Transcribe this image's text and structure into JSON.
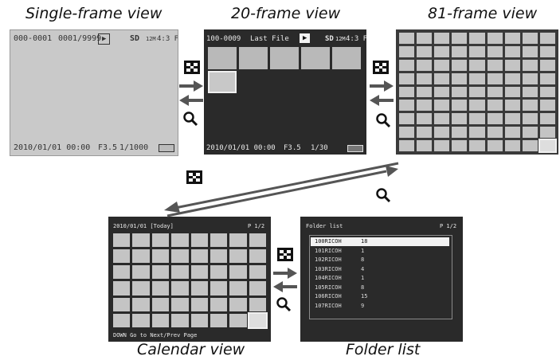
{
  "captions": {
    "single": "Single-frame view",
    "twenty": "20-frame view",
    "eightyone": "81-frame view",
    "calendar": "Calendar view",
    "folder": "Folder list"
  },
  "single_frame": {
    "file_no": "000-0001",
    "count": "0001/9999",
    "play": "▶",
    "sd": "SD",
    "size": "12M",
    "aspect": "4:3 F",
    "datetime": "2010/01/01 00:00",
    "aperture": "F3.5",
    "shutter": "1/1000"
  },
  "twenty_frame": {
    "file_no": "100-0009",
    "last_file": "Last File",
    "play": "▶",
    "sd": "SD",
    "size": "12M",
    "aspect": "4:3 F",
    "datetime": "2010/01/01 00:00",
    "aperture": "F3.5",
    "shutter": "1/30"
  },
  "calendar": {
    "date": "2010/01/01 [Today]",
    "page": "P 1/2",
    "footer": "DOWN Go to Next/Prev Page"
  },
  "folder_list": {
    "title": "Folder list",
    "page": "P 1/2",
    "rows": [
      {
        "name": "100RICOH",
        "count": "18"
      },
      {
        "name": "101RICOH",
        "count": "1"
      },
      {
        "name": "102RICOH",
        "count": "8"
      },
      {
        "name": "103RICOH",
        "count": "4"
      },
      {
        "name": "104RICOH",
        "count": "1"
      },
      {
        "name": "105RICOH",
        "count": "8"
      },
      {
        "name": "106RICOH",
        "count": "15"
      },
      {
        "name": "107RICOH",
        "count": "9"
      }
    ]
  },
  "icons": {
    "zoom_out": "thumbnail-grid-icon",
    "zoom_in": "magnifier-icon",
    "arrow_right": "arrow-right-icon",
    "arrow_left": "arrow-left-icon"
  },
  "colors": {
    "lcd_light": "#c9c9c9",
    "lcd_dark": "#262626",
    "thumb": "#c4c4c4",
    "arrow": "#555555"
  }
}
